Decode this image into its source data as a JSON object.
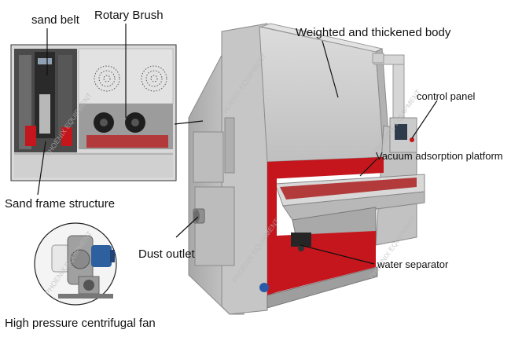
{
  "labels": {
    "sand_belt": "sand belt",
    "rotary_brush": "Rotary Brush",
    "weighted_body": "Weighted and thickened body",
    "control_panel": "control panel",
    "vacuum_platform": "Vacuum adsorption platform",
    "sand_frame": "Sand frame structure",
    "dust_outlet": "Dust outlet",
    "water_separator": "water separator",
    "centrifugal_fan": "High pressure centrifugal fan"
  },
  "watermark": "PHOENIX EQUIPMENT",
  "colors": {
    "machine_body": "#c9c9c9",
    "machine_dark": "#9a9a9a",
    "accent_red": "#c4161c",
    "brush_black": "#1e1e1e",
    "platform_red": "#b23a3a"
  }
}
